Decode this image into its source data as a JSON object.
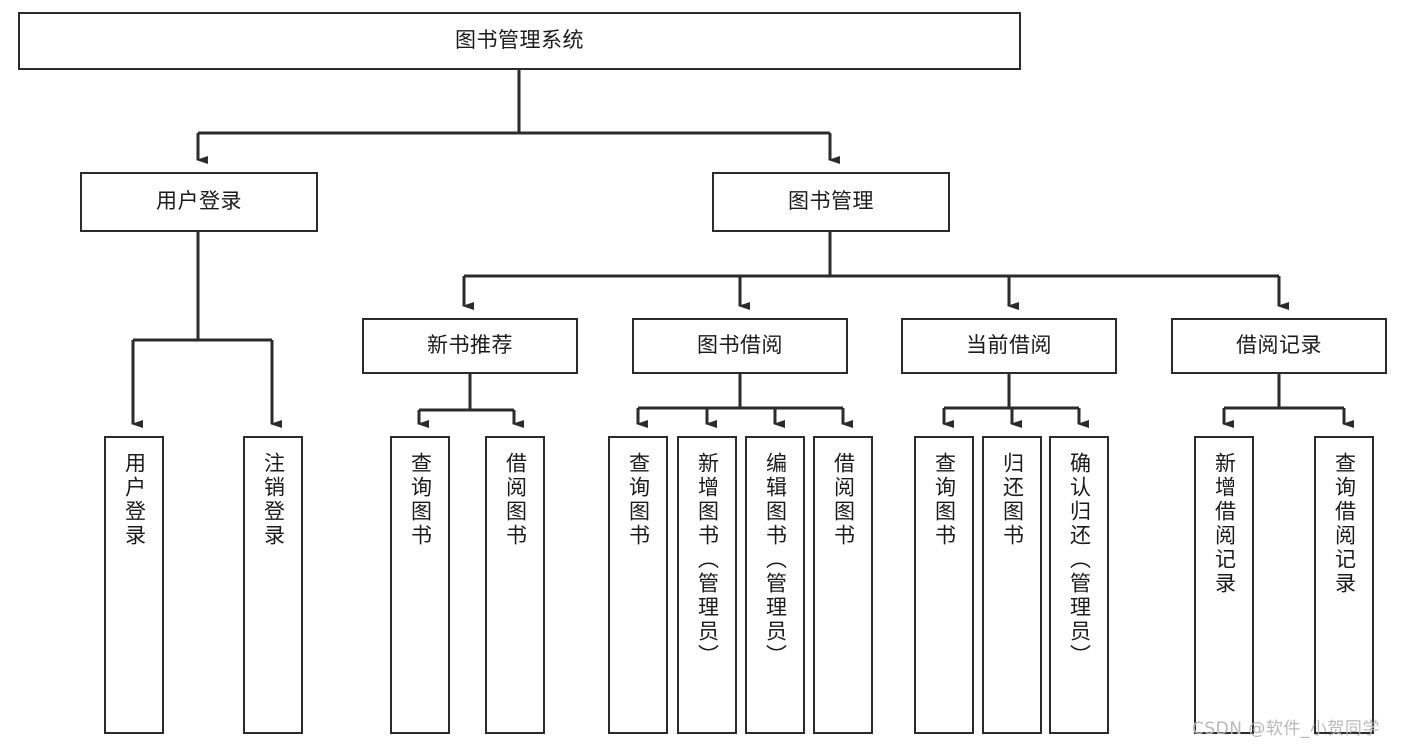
{
  "diagram": {
    "type": "tree",
    "title": "图书管理系统",
    "orientation": "top-down",
    "colors": {
      "node_border": "#2b2b2b",
      "node_fill": "#ffffff",
      "edge": "#2b2b2b",
      "text": "#1b1b1b",
      "watermark": "#b9b9b9",
      "background": "#ffffff"
    },
    "root": {
      "label": "图书管理系统"
    },
    "level1": [
      {
        "label": "用户登录"
      },
      {
        "label": "图书管理"
      }
    ],
    "level2": [
      {
        "label": "新书推荐"
      },
      {
        "label": "图书借阅"
      },
      {
        "label": "当前借阅"
      },
      {
        "label": "借阅记录"
      }
    ],
    "leaves": {
      "user_login": [
        {
          "label": "用户登录"
        },
        {
          "label": "注销登录"
        }
      ],
      "new_book_recommend": [
        {
          "label": "查询图书"
        },
        {
          "label": "借阅图书"
        }
      ],
      "book_borrow": [
        {
          "label": "查询图书"
        },
        {
          "label": "新增图书（管理员）"
        },
        {
          "label": "编辑图书（管理员）"
        },
        {
          "label": "借阅图书"
        }
      ],
      "current_borrow": [
        {
          "label": "查询图书"
        },
        {
          "label": "归还图书"
        },
        {
          "label": "确认归还（管理员）"
        }
      ],
      "borrow_record": [
        {
          "label": "新增借阅记录"
        },
        {
          "label": "查询借阅记录"
        }
      ]
    }
  },
  "watermark": {
    "text": "CSDN @软件_小贺同学"
  }
}
